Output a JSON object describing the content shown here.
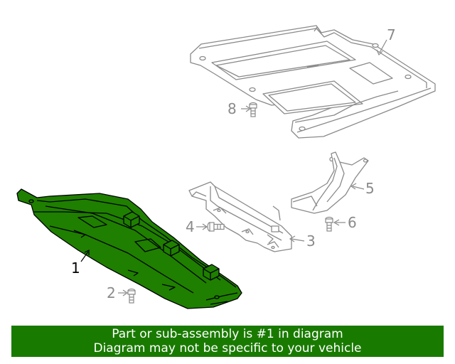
{
  "diagram": {
    "callouts": [
      {
        "id": "1",
        "label": "1"
      },
      {
        "id": "2",
        "label": "2"
      },
      {
        "id": "3",
        "label": "3"
      },
      {
        "id": "4",
        "label": "4"
      },
      {
        "id": "5",
        "label": "5"
      },
      {
        "id": "6",
        "label": "6"
      },
      {
        "id": "7",
        "label": "7"
      },
      {
        "id": "8",
        "label": "8"
      }
    ],
    "colors": {
      "highlight_fill": "#1f7f00",
      "line": "#000000",
      "secondary_line": "#8a8a8a",
      "banner_bg": "#197a00",
      "banner_text": "#ffffff"
    }
  },
  "banner": {
    "line1": "Part or sub-assembly is #1 in diagram",
    "line2": "Diagram may not be specific to your vehicle"
  }
}
